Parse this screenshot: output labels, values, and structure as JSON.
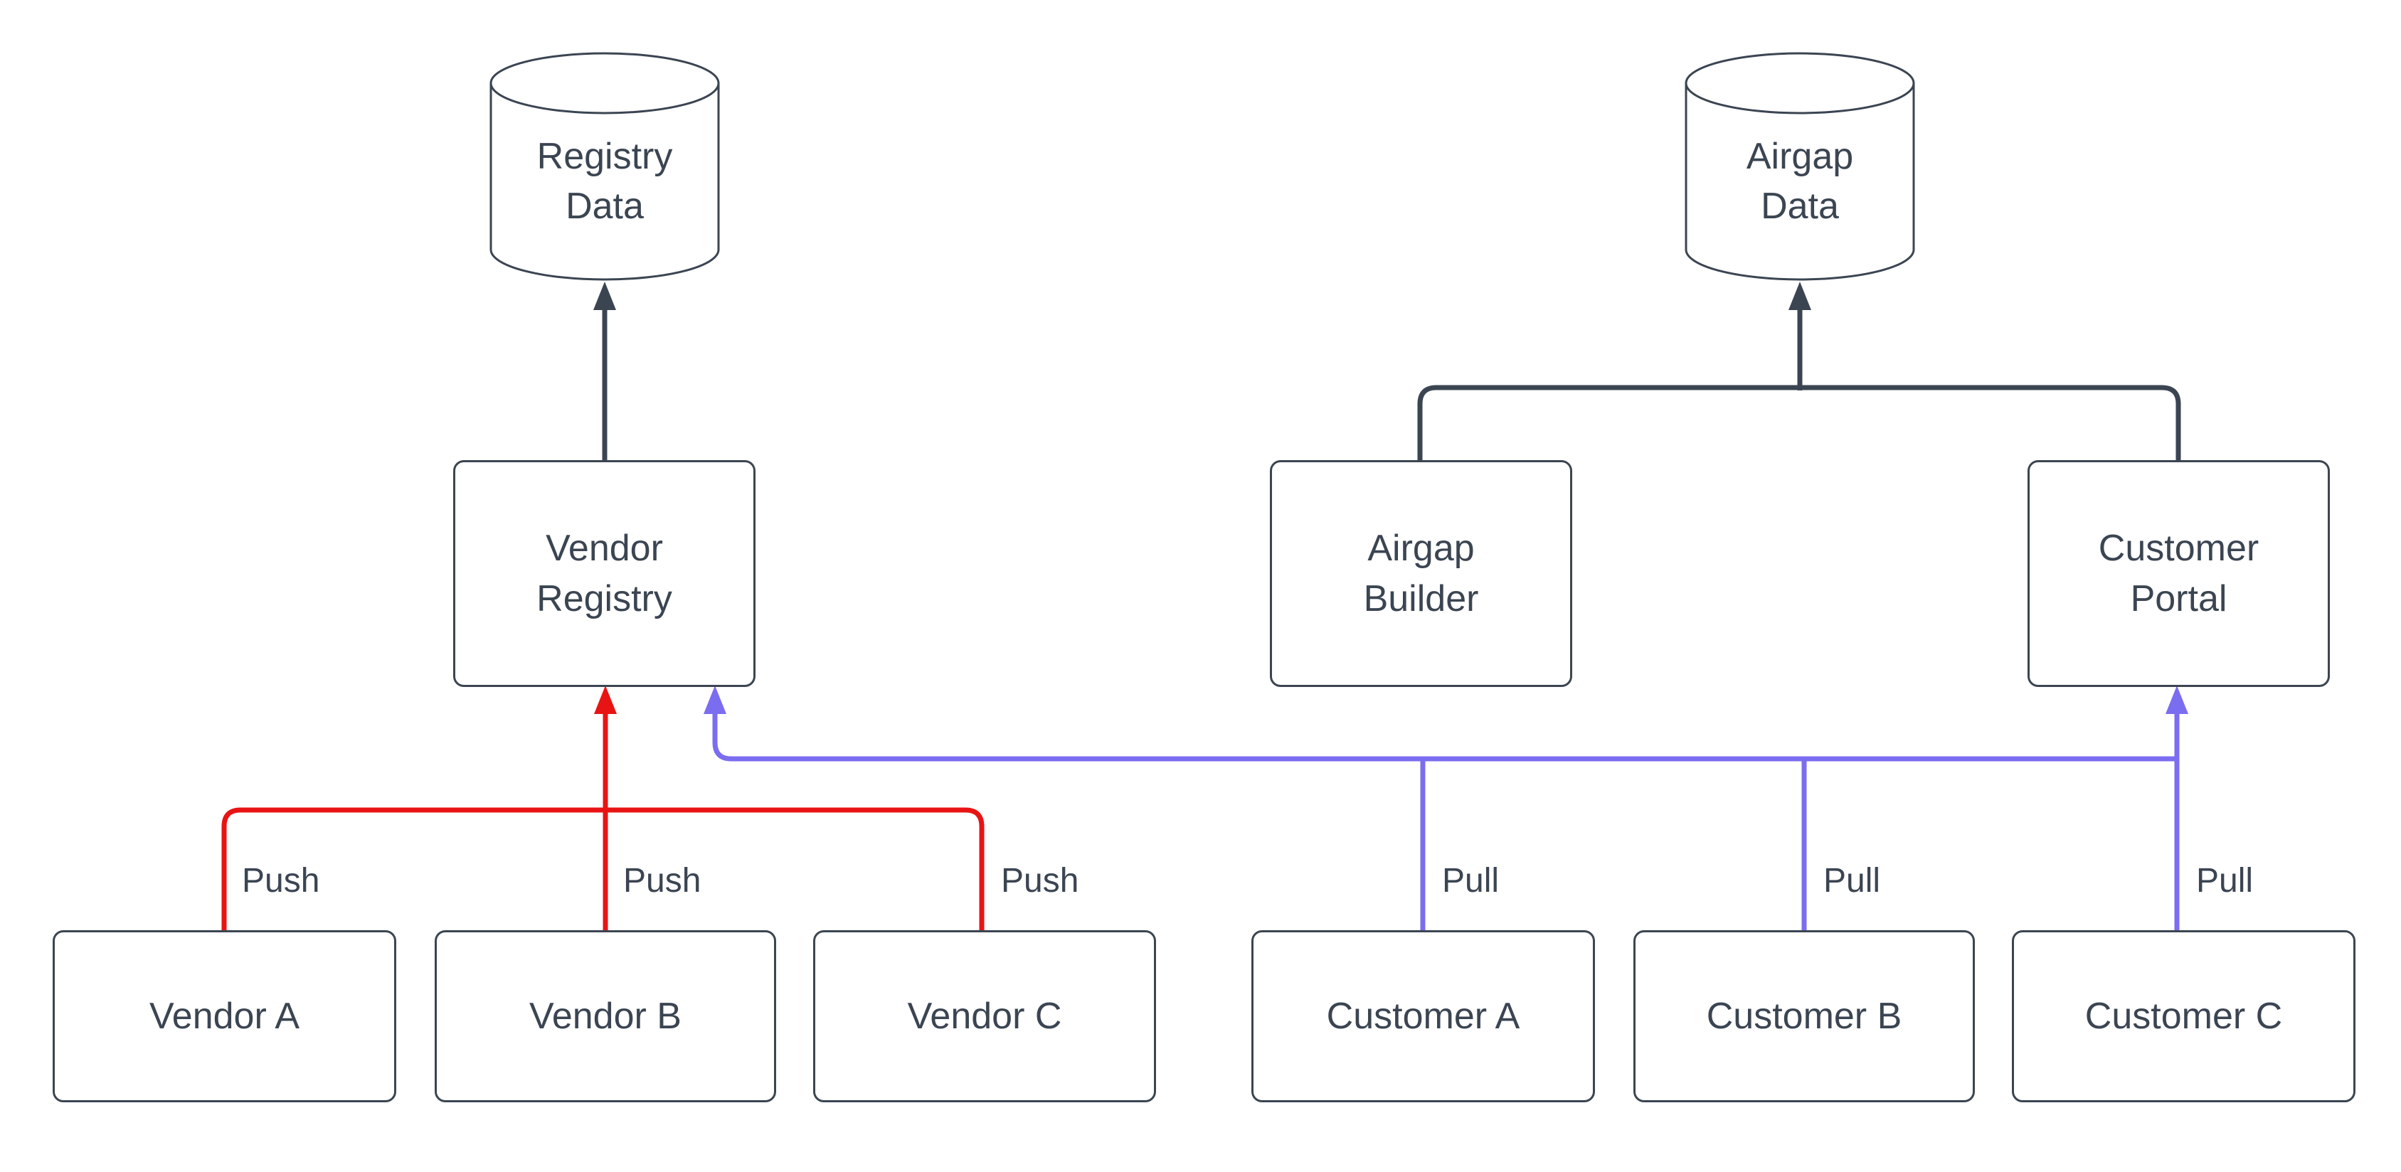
{
  "diagram": {
    "background": "#ffffff",
    "colors": {
      "dark": "#3b4552",
      "push_red": "#e81414",
      "pull_blue": "#7b6df0",
      "shape_fill": "#ffffff",
      "text": "#3b4552"
    },
    "nodes": {
      "registry_data": {
        "label": "Registry\nData",
        "shape": "cylinder"
      },
      "airgap_data": {
        "label": "Airgap\nData",
        "shape": "cylinder"
      },
      "vendor_registry": {
        "label": "Vendor\nRegistry",
        "shape": "rect"
      },
      "airgap_builder": {
        "label": "Airgap\nBuilder",
        "shape": "rect"
      },
      "customer_portal": {
        "label": "Customer\nPortal",
        "shape": "rect"
      },
      "vendor_a": {
        "label": "Vendor A",
        "shape": "rect"
      },
      "vendor_b": {
        "label": "Vendor B",
        "shape": "rect"
      },
      "vendor_c": {
        "label": "Vendor C",
        "shape": "rect"
      },
      "customer_a": {
        "label": "Customer A",
        "shape": "rect"
      },
      "customer_b": {
        "label": "Customer B",
        "shape": "rect"
      },
      "customer_c": {
        "label": "Customer C",
        "shape": "rect"
      }
    },
    "edge_labels": {
      "push_a": "Push",
      "push_b": "Push",
      "push_c": "Push",
      "pull_a": "Pull",
      "pull_b": "Pull",
      "pull_c": "Pull"
    }
  }
}
